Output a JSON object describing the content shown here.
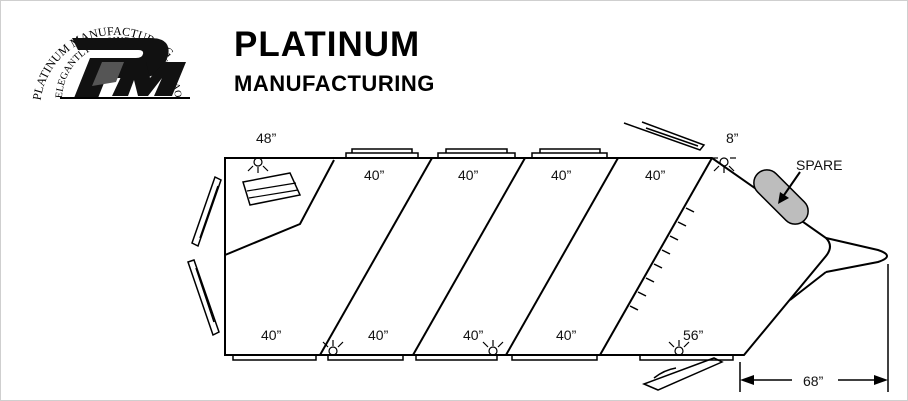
{
  "brand": {
    "name_line1": "PLATINUM",
    "name_line2": "MANUFACTURING",
    "seal_top": "PLATINUM MANUFACTURING",
    "seal_inner": "ELEGANTLY ENGINEERED • EXTRAORDINARILY TOUGH",
    "monogram": "PM"
  },
  "labels": {
    "front_width": "48”",
    "stall_1": "40”",
    "stall_2": "40”",
    "stall_3": "40”",
    "stall_4": "40”",
    "gap_top": "8”",
    "spare": "SPARE",
    "bottom_1": "40”",
    "bottom_2": "40”",
    "bottom_3": "40”",
    "bottom_4": "40”",
    "bottom_5": "56”",
    "tongue_length": "68”"
  },
  "colors": {
    "line": "#000000",
    "background": "#ffffff",
    "spare_fill": "#bdbdbd"
  }
}
